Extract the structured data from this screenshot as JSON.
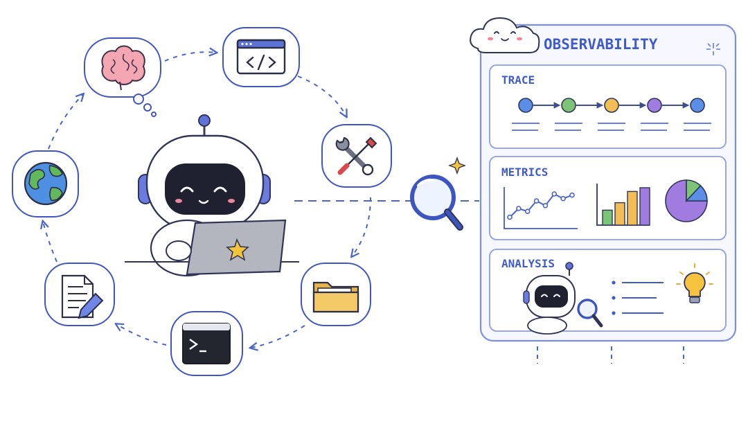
{
  "panel": {
    "title": "OBSERVABILITY",
    "sections": [
      {
        "label": "TRACE"
      },
      {
        "label": "METRICS"
      },
      {
        "label": "ANALYSIS"
      }
    ]
  },
  "trace_nodes": [
    {
      "color": "#5b8ee6"
    },
    {
      "color": "#7cc576"
    },
    {
      "color": "#f2bd55"
    },
    {
      "color": "#a07be0"
    },
    {
      "color": "#5b8ee6"
    }
  ],
  "metrics": {
    "line_chart": {
      "type": "line",
      "values": [
        1.0,
        2.5,
        2.0,
        3.8,
        3.0,
        5.0,
        4.2,
        4.8
      ]
    },
    "bar_chart": {
      "type": "bar",
      "series": [
        {
          "color": "#7cc576",
          "value": 2
        },
        {
          "color": "#f2bd55",
          "value": 3
        },
        {
          "color": "#f2bd55",
          "value": 4.5
        },
        {
          "color": "#a07be0",
          "value": 5
        }
      ]
    },
    "pie_chart": {
      "type": "pie",
      "slices": [
        {
          "color": "#a07be0",
          "value": 75
        },
        {
          "color": "#7cc576",
          "value": 12
        },
        {
          "color": "#5b8ee6",
          "value": 13
        }
      ]
    }
  },
  "cycle_icons": [
    {
      "name": "brain-icon"
    },
    {
      "name": "code-window-icon"
    },
    {
      "name": "tools-icon"
    },
    {
      "name": "folder-icon"
    },
    {
      "name": "terminal-icon"
    },
    {
      "name": "document-edit-icon"
    },
    {
      "name": "globe-icon"
    }
  ],
  "colors": {
    "accent": "#3f5bc9",
    "panel_border": "#8c9ce6",
    "panel_bg": "#f7f8ff"
  }
}
